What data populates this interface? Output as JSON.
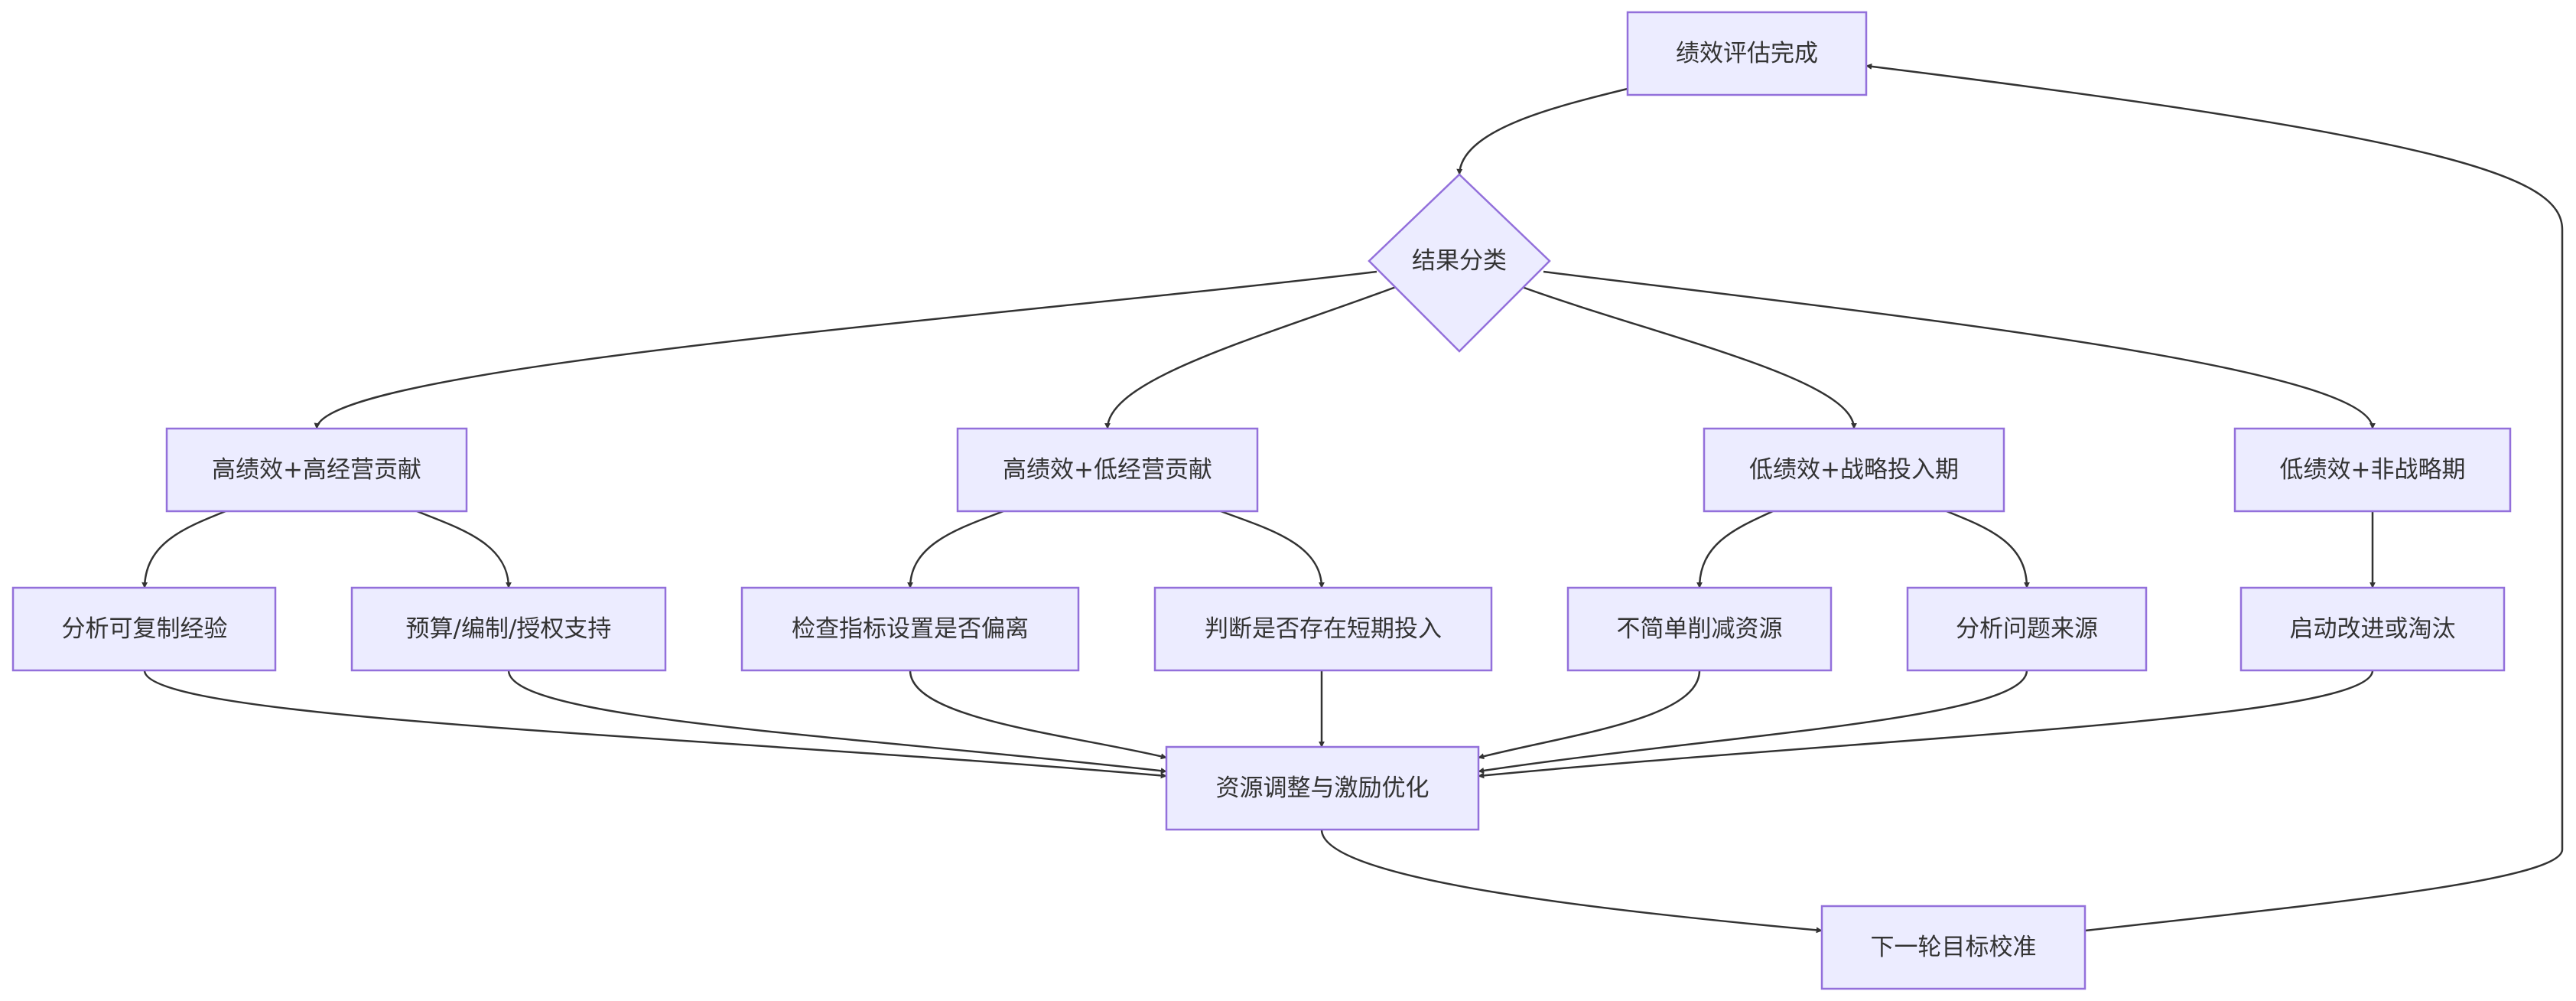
{
  "diagram": {
    "type": "flowchart",
    "colors": {
      "node_fill": "#ececff",
      "node_stroke": "#9370db",
      "edge": "#333333",
      "text": "#333333"
    },
    "nodes": {
      "eval": {
        "label": "绩效评估完成"
      },
      "classify": {
        "label": "结果分类"
      },
      "high_high": {
        "label": "高绩效+高经营贡献"
      },
      "high_low": {
        "label": "高绩效+低经营贡献"
      },
      "low_strategic": {
        "label": "低绩效+战略投入期"
      },
      "low_nonstrategic": {
        "label": "低绩效+非战略期"
      },
      "replicable": {
        "label": "分析可复制经验"
      },
      "support": {
        "label": "预算/编制/授权支持"
      },
      "check_metrics": {
        "label": "检查指标设置是否偏离"
      },
      "short_term": {
        "label": "判断是否存在短期投入"
      },
      "no_cut": {
        "label": "不简单削减资源"
      },
      "root_cause": {
        "label": "分析问题来源"
      },
      "improve": {
        "label": "启动改进或淘汰"
      },
      "optimize": {
        "label": "资源调整与激励优化"
      },
      "calibrate": {
        "label": "下一轮目标校准"
      }
    }
  }
}
